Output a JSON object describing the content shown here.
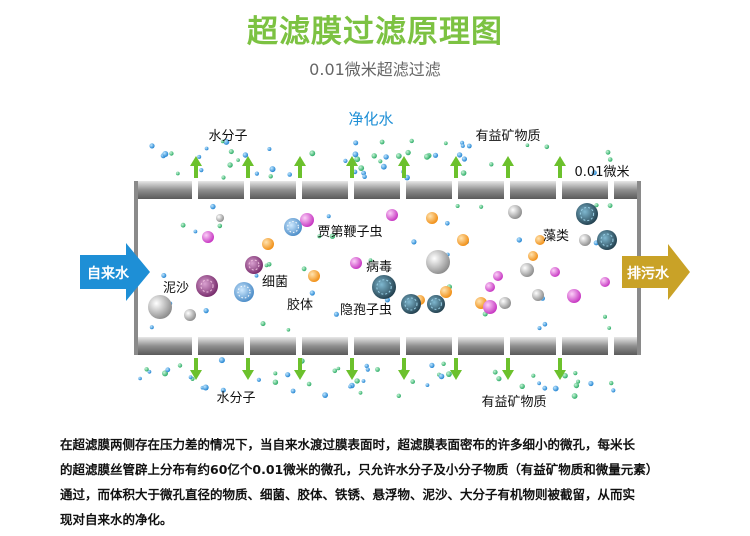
{
  "title": "超滤膜过滤原理图",
  "subtitle": "0.01微米超滤过滤",
  "diagram": {
    "top_label": "净化水",
    "inlet_label": "自来水",
    "outlet_label": "排污水",
    "pore_label": "0.01微米",
    "top_water_label": "水分子",
    "top_mineral_label": "有益矿物质",
    "bottom_water_label": "水分子",
    "bottom_mineral_label": "有益矿物质",
    "labels": {
      "sediment": "泥沙",
      "bacteria": "细菌",
      "colloid": "胶体",
      "flagellate": "贾第鞭子虫",
      "virus": "病毒",
      "cryptosporidium": "隐孢子虫",
      "algae": "藻类"
    },
    "colors": {
      "inlet_arrow": "#1e8fd6",
      "outlet_arrow": "#c9a227",
      "flow_arrow": "#6cc12c",
      "water_dot": "#3aa0e0",
      "mineral_dot": "#3fbf7f",
      "colloid": "#f5a623",
      "virus": "#e060d8",
      "sediment": "#b0b0b0",
      "cryptosporidium": "#2f4a5a"
    }
  },
  "description": [
    "在超滤膜两侧存在压力差的情况下，当自来水渡过膜表面时，超滤膜表面密布的许多细小的微孔，每米长",
    "的超滤膜丝管辟上分布有约60亿个0.01微米的微孔，只允许水分子及小分子物质（有益矿物质和微量元素）",
    "通过，而体积大于微孔直径的物质、细菌、胶体、铁锈、悬浮物、泥沙、大分子有机物则被截留，从而实",
    "现对自来水的净化。"
  ]
}
